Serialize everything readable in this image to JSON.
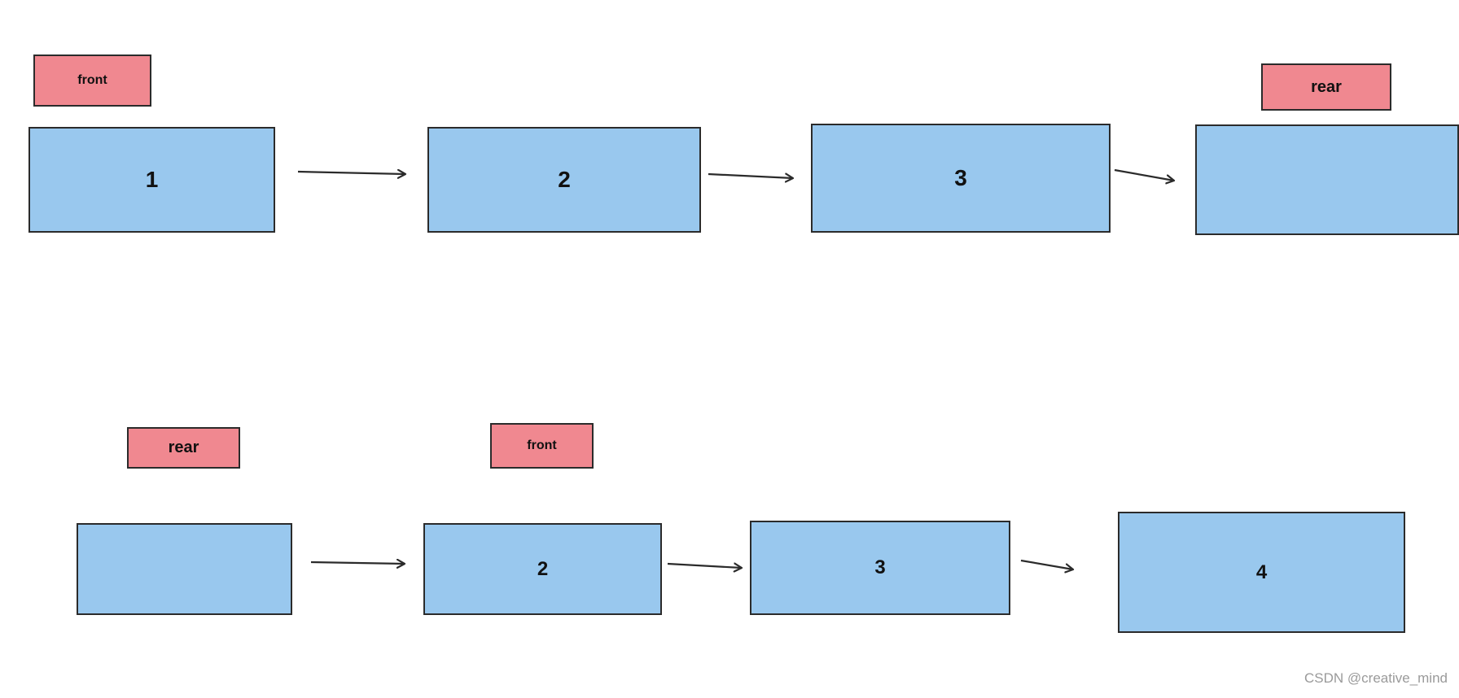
{
  "colors": {
    "node_fill": "#99c8ee",
    "pointer_fill": "#f08890",
    "border": "#2b2b2b",
    "arrow": "#2b2b2b",
    "watermark": "#9a9a9a"
  },
  "top_row": {
    "front_label": "front",
    "rear_label": "rear",
    "nodes": [
      "1",
      "2",
      "3",
      ""
    ]
  },
  "bottom_row": {
    "rear_label": "rear",
    "front_label": "front",
    "nodes": [
      "",
      "2",
      "3",
      "4"
    ]
  },
  "watermark": "CSDN @creative_mind"
}
